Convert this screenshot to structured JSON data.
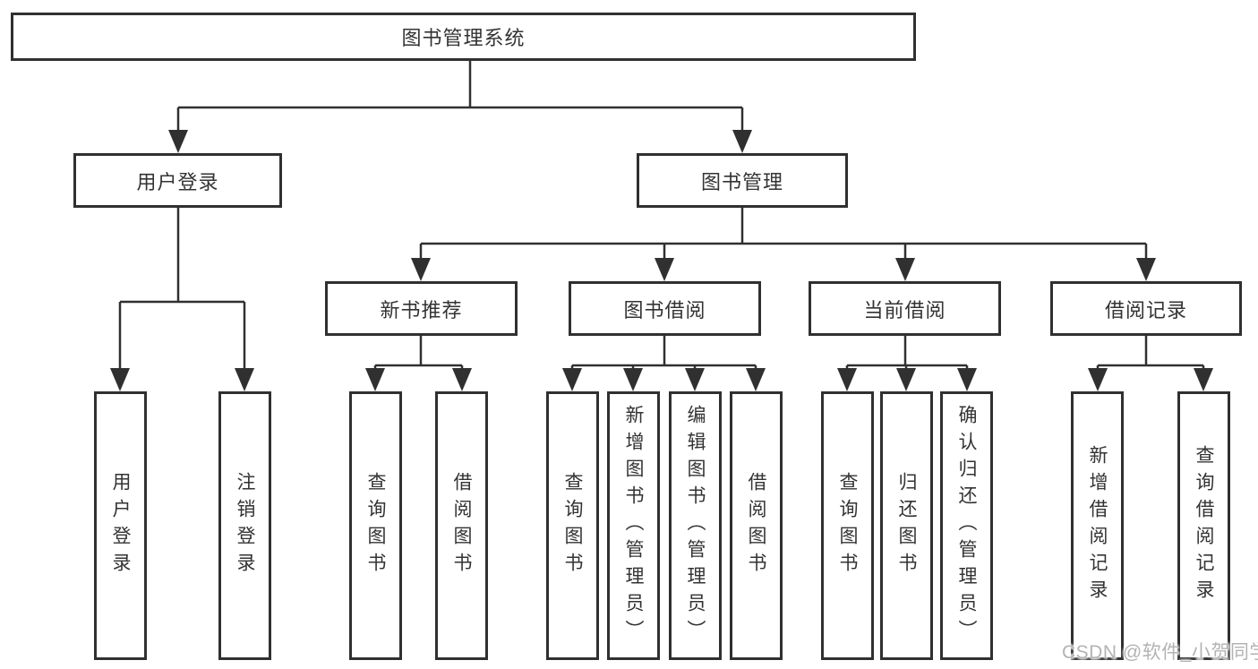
{
  "diagram": {
    "title": "图书管理系统",
    "root": {
      "label": "图书管理系统"
    },
    "level2": [
      {
        "id": "user-login",
        "label": "用户登录"
      },
      {
        "id": "book-management",
        "label": "图书管理"
      }
    ],
    "level3": [
      {
        "id": "new-book-recommend",
        "label": "新书推荐"
      },
      {
        "id": "book-borrowing",
        "label": "图书借阅"
      },
      {
        "id": "current-borrowing",
        "label": "当前借阅"
      },
      {
        "id": "borrowing-records",
        "label": "借阅记录"
      }
    ],
    "leaves": [
      {
        "id": "user-login-leaf",
        "parent": "user-login",
        "label": "用户登录"
      },
      {
        "id": "logout",
        "parent": "user-login",
        "label": "注销登录"
      },
      {
        "id": "search-book-recommend",
        "parent": "new-book-recommend",
        "label": "查询图书"
      },
      {
        "id": "borrow-book-recommend",
        "parent": "new-book-recommend",
        "label": "借阅图书"
      },
      {
        "id": "search-book-borrowing",
        "parent": "book-borrowing",
        "label": "查询图书"
      },
      {
        "id": "add-book-admin",
        "parent": "book-borrowing",
        "label": "新增图书（管理员）"
      },
      {
        "id": "edit-book-admin",
        "parent": "book-borrowing",
        "label": "编辑图书（管理员）"
      },
      {
        "id": "borrow-book-borrowing",
        "parent": "book-borrowing",
        "label": "借阅图书"
      },
      {
        "id": "search-book-current",
        "parent": "current-borrowing",
        "label": "查询图书"
      },
      {
        "id": "return-book",
        "parent": "current-borrowing",
        "label": "归还图书"
      },
      {
        "id": "confirm-return-admin",
        "parent": "current-borrowing",
        "label": "确认归还（管理员）"
      },
      {
        "id": "add-borrow-record",
        "parent": "borrowing-records",
        "label": "新增借阅记录"
      },
      {
        "id": "search-borrow-record",
        "parent": "borrowing-records",
        "label": "查询借阅记录"
      }
    ]
  },
  "watermark": {
    "text": "CSDN @软件_小贺同学"
  },
  "colors": {
    "line": "#303030",
    "box_border": "#303030",
    "box_fill": "#ffffff",
    "text": "#333333",
    "watermark": "#b3b3b3",
    "background": "#ffffff"
  }
}
